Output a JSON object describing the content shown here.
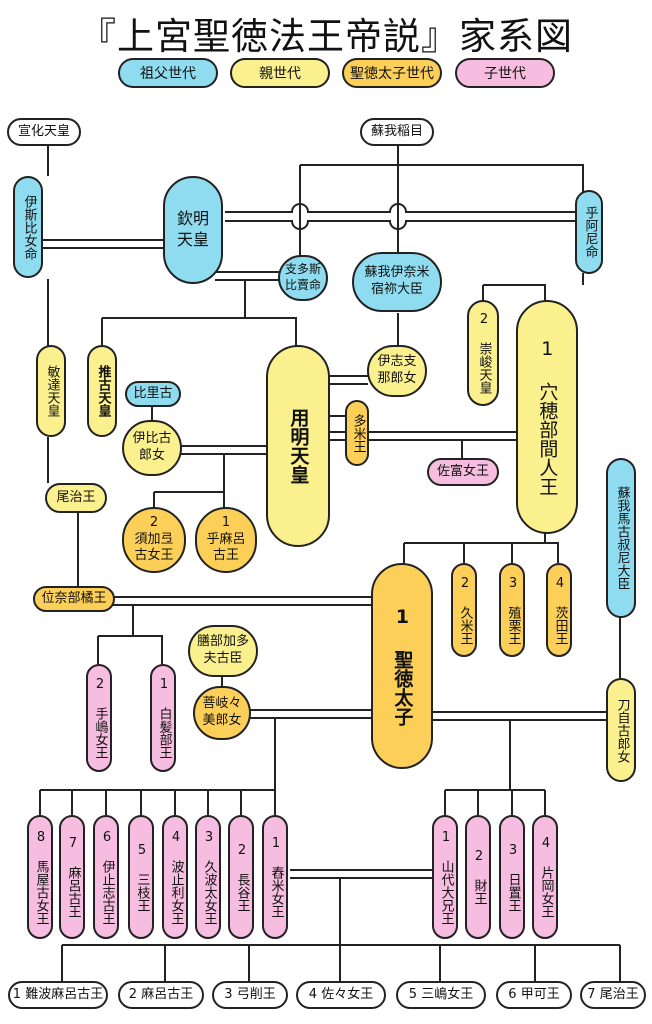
{
  "title": "『上宮聖徳法王帝説』家系図",
  "legend": {
    "grandparent": "祖父世代",
    "parent": "親世代",
    "shotoku": "聖徳太子世代",
    "child": "子世代"
  },
  "colors": {
    "grandparent": "#8fdcf0",
    "parent": "#fbf08e",
    "shotoku": "#fbcf58",
    "child": "#f6bde0",
    "ancestor": "#ffffff"
  },
  "people": {
    "senka": "宣化天皇",
    "soga_iname": "蘇我稲目",
    "ishihime": "伊斯比女命",
    "kinmei": "欽明\n天皇",
    "kitashihime": "支多斯\n比賣命",
    "soga_ishikina": "蘇我伊奈米\n宿祢大臣",
    "oane": "乎阿尼命",
    "bidatsu": "敏達天皇",
    "suiko": "推古天皇",
    "hiriko": "比里古",
    "ihiko": "伊比古\n郎女",
    "yomei": "用明天皇",
    "ishikina_ira": "伊志支\n那郎女",
    "taome": "多米王",
    "sushun": "2 崇峻天皇",
    "anahobe": "1 穴穂部間人王",
    "satomi": "佐富女王",
    "owari": "尾治王",
    "sukate": "2\n須加弖\n古女王",
    "omaro": "1\n乎麻呂\n古王",
    "soga_umako": "蘇我馬古叔尼大臣",
    "inabe": "位奈部橘王",
    "shotoku": "1 聖徳太子",
    "kume": "2 久米王",
    "ekuri": "3 殖栗王",
    "mamuta": "4 茨田王",
    "kashiwade_katabuko": "膳部加多\n夫古臣",
    "tejima": "2 手嶋女王",
    "shiraka": "1 白髪部王",
    "hokikiku": "菩岐々\n美郎女",
    "tojiko": "刀自古郎女",
    "c_umaya": "8 馬屋古女王",
    "c_maroko": "7 麻呂古王",
    "c_ishikoko": "6 伊止志古王",
    "c_mieda": "5 三枝王",
    "c_hatorio": "4 波止利女王",
    "c_kuhata": "3 久波太女王",
    "c_hasetsukabe": "2 長谷王",
    "c_haruyone": "1 舂米女王",
    "c_yamashiro": "1 山代大兄王",
    "c_takara": "2 財王",
    "c_hioki": "3 日置王",
    "c_kataoka": "4 片岡女王",
    "g_naniwa": "1 難波麻呂古王",
    "g_maroko": "2 麻呂古王",
    "g_yugehe": "3 弓削王",
    "g_sasa": "4 佐々女王",
    "g_mishima": "5 三嶋女王",
    "g_kafuka": "6 甲可王",
    "g_owari": "7 尾治王"
  }
}
